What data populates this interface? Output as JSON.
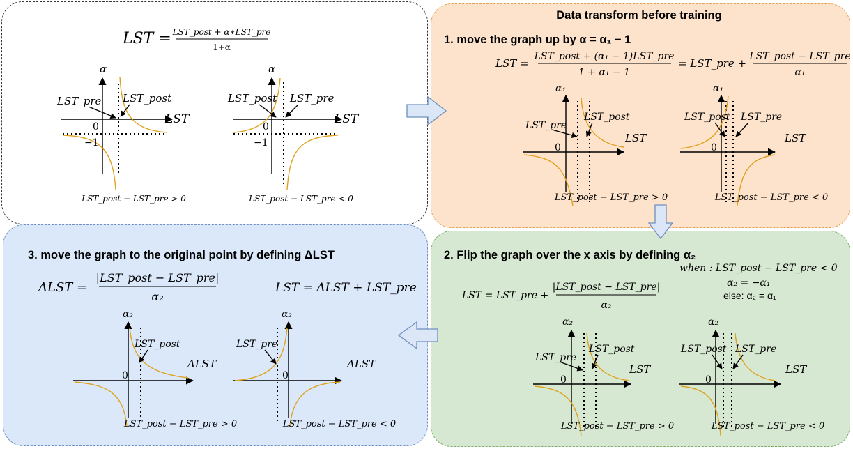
{
  "title": "Data transform before training",
  "panel_intro": {
    "formula_lhs": "LST =",
    "formula_numerator": "LST_post + α∗LST_pre",
    "formula_denominator": "1+α",
    "axis_y": "α",
    "axis_x": "LST",
    "origin": "0",
    "tick_minus_one": "−1",
    "label_pre": "LST_pre",
    "label_post": "LST_post",
    "left_condition": "LST_post − LST_pre > 0",
    "right_condition": "LST_post − LST_pre < 0"
  },
  "step1": {
    "heading": "1.  move the graph up by α = α₁ − 1",
    "formula_lhs": "LST =",
    "formula_num1": "LST_post + (α₁ − 1)LST_pre",
    "formula_den1": "1 + α₁ − 1",
    "formula_mid": "= LST_pre +",
    "formula_num2": "LST_post − LST_pre",
    "formula_den2": "α₁",
    "axis_y": "α₁",
    "axis_x": "LST",
    "origin": "0",
    "label_pre": "LST_pre",
    "label_post": "LST_post",
    "left_condition": "LST_post − LST_pre > 0",
    "right_condition": "LST_post − LST_pre < 0"
  },
  "step2": {
    "heading": "2.  Flip the graph over the x axis  by defining α₂",
    "cond_when": "when : LST_post − LST_pre < 0",
    "cond_alpha": "α₂ = −α₁",
    "cond_else": "else: α₂ = α₁",
    "formula_lhs": "LST = LST_pre +",
    "formula_num": "|LST_post − LST_pre|",
    "formula_den": "α₂",
    "axis_y": "α₂",
    "axis_x": "LST",
    "origin": "0",
    "label_pre": "LST_pre",
    "label_post": "LST_post",
    "left_condition": "LST_post − LST_pre > 0",
    "right_condition": "LST_post − LST_pre < 0"
  },
  "step3": {
    "heading": "3.  move the graph to the original point by defining ΔLST",
    "formula_lhs": "ΔLST =",
    "formula_num": "|LST_post − LST_pre|",
    "formula_den": "α₂",
    "formula_right": "LST = ΔLST + LST_pre",
    "axis_y": "α₂",
    "axis_x": "ΔLST",
    "origin": "0",
    "label_pre": "LST_pre",
    "label_post": "LST_post",
    "left_condition": "LST_post − LST_pre > 0",
    "right_condition": "LST_post − LST_pre < 0"
  },
  "colors": {
    "curve": "#e0a21e",
    "panel_intro_bg": "#ffffff",
    "panel_step1_bg": "#fde3cb",
    "panel_step2_bg": "#d7e8d2",
    "panel_step3_bg": "#dae8fa",
    "flow_arrow": "#dbe6f6"
  }
}
